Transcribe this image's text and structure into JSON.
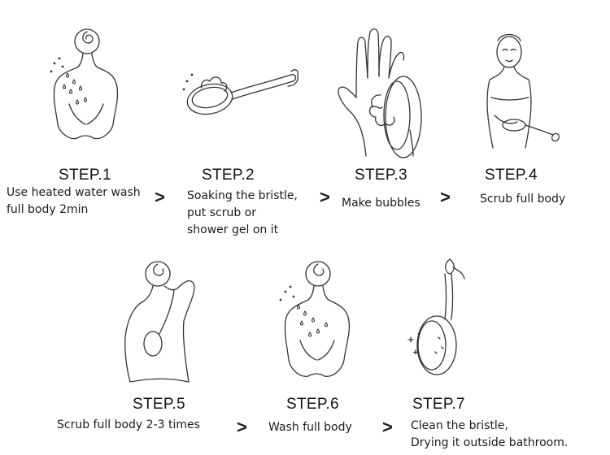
{
  "steps": [
    {
      "title": "STEP.1",
      "lines": [
        "Use heated water wash",
        "full body 2min"
      ],
      "icon": "back-with-water-icon"
    },
    {
      "title": "STEP.2",
      "lines": [
        "Soaking the bristle,",
        "put scrub or",
        "shower gel on it"
      ],
      "icon": "brush-with-foam-icon"
    },
    {
      "title": "STEP.3",
      "lines": [
        "Make bubbles"
      ],
      "icon": "hand-with-brush-icon"
    },
    {
      "title": "STEP.4",
      "lines": [
        "Scrub full body"
      ],
      "icon": "woman-scrubbing-icon"
    },
    {
      "title": "STEP.5",
      "lines": [
        "Scrub full body 2-3 times"
      ],
      "icon": "back-scrubbing-icon"
    },
    {
      "title": "STEP.6",
      "lines": [
        "Wash full body"
      ],
      "icon": "back-washing-icon"
    },
    {
      "title": "STEP.7",
      "lines": [
        "Clean the bristle,",
        "Drying it outside bathroom."
      ],
      "icon": "hanging-brush-icon"
    }
  ],
  "arrow_symbol": ">"
}
